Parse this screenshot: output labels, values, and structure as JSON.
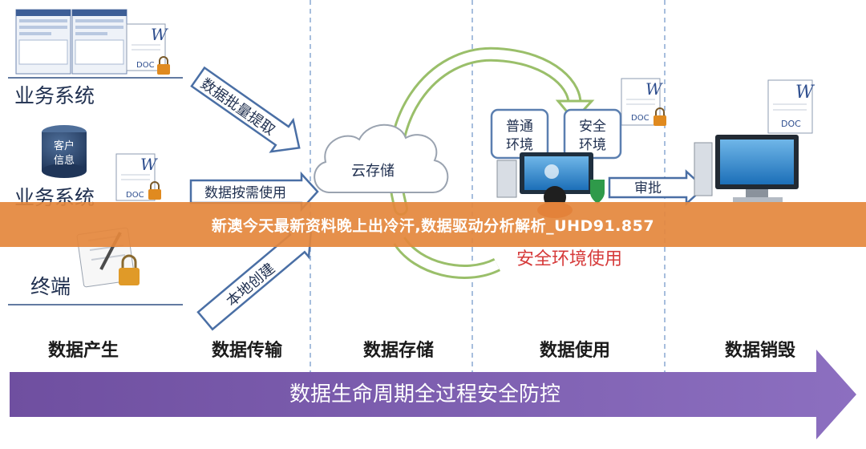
{
  "left_labels": {
    "business_system_1": "业务系统",
    "business_system_2": "业务系统",
    "terminal": "终端",
    "customer_info": [
      "客户",
      "信息"
    ]
  },
  "arrows": {
    "batch_extract": "数据批量提取",
    "on_demand": "数据按需使用",
    "local_create": "本地创建",
    "approve": "审批"
  },
  "cloud": {
    "label": "云存储"
  },
  "env": {
    "normal": [
      "普通",
      "环境"
    ],
    "secure": [
      "安全",
      "环境"
    ],
    "secure_use": "安全环境使用"
  },
  "doc_label": "DOC",
  "doc_letter": "W",
  "stages": [
    "数据产生",
    "数据传输",
    "数据存储",
    "数据使用",
    "数据销毁"
  ],
  "bottom_arrow": {
    "label": "数据生命周期全过程安全防控"
  },
  "banner": {
    "title": "新澳今天最新资料晚上出冷汗,数据驱动分析解析_UHD91.857"
  },
  "colors": {
    "arrow_blue": "#4a6fa5",
    "cycle_green": "#9abf6a",
    "stage_purple": "#7b5ca8",
    "banner_orange": "#e4873c",
    "secure_red": "#d63a3a"
  }
}
